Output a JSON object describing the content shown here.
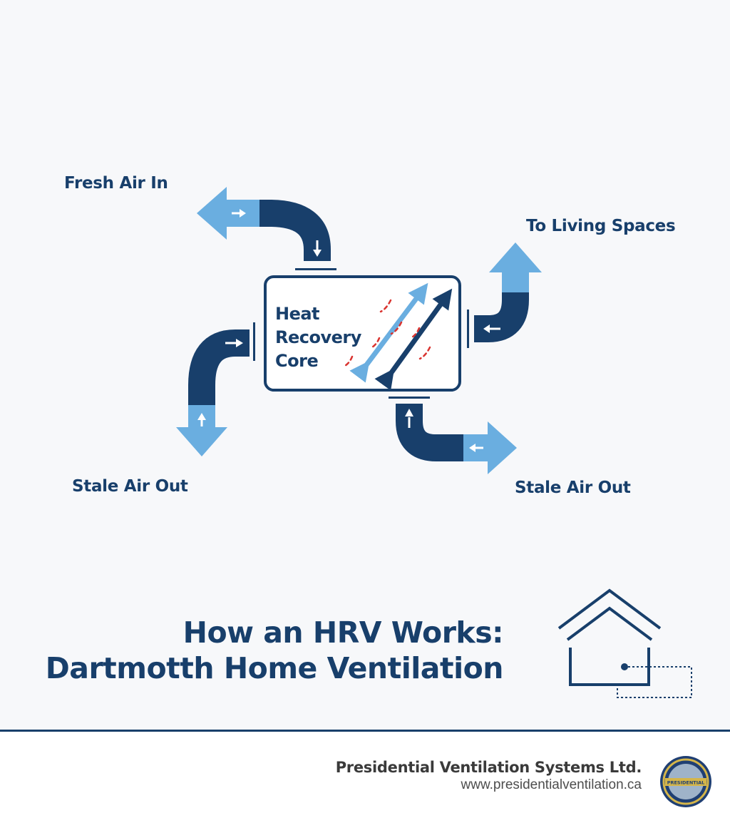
{
  "diagram": {
    "labels": {
      "fresh_air_in": "Fresh Air In",
      "to_living_spaces": "To Living Spaces",
      "stale_air_out_left": "Stale Air Out",
      "stale_air_out_right": "Stale Air Out"
    },
    "core": {
      "line1": "Heat",
      "line2": "Recovery",
      "line3": "Core"
    }
  },
  "title": {
    "line1": "How an HRV Works:",
    "line2": "Dartmotth Home Ventilation"
  },
  "footer": {
    "company": "Presidential Ventilation Systems Ltd.",
    "url": "www.presidentialventilation.ca",
    "logo_text": "PRESIDENTIAL"
  },
  "colors": {
    "navy": "#183f6b",
    "light_blue": "#6aaee0",
    "heat_red": "#d9332f",
    "background": "#f7f8fa"
  }
}
